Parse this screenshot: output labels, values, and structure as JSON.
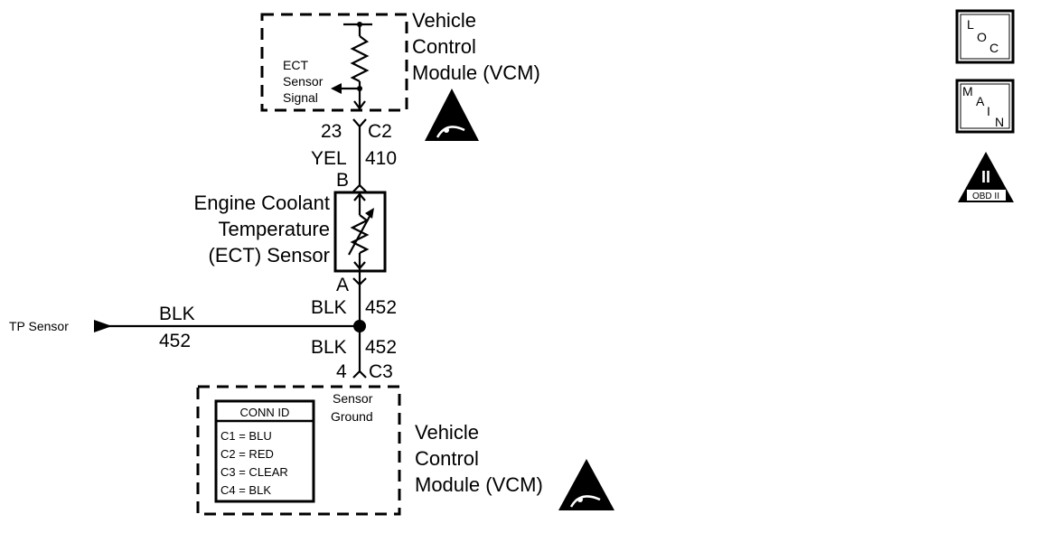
{
  "vcm_top": {
    "title_lines": [
      "Vehicle",
      "Control",
      "Module (VCM)"
    ],
    "signal_lines": [
      "ECT",
      "Sensor",
      "Signal"
    ],
    "pin": "23",
    "connector": "C2"
  },
  "wire_signal": {
    "color": "YEL",
    "circuit": "410"
  },
  "sensor": {
    "pin_top": "B",
    "pin_bottom": "A",
    "title_lines": [
      "Engine Coolant",
      "Temperature",
      "(ECT) Sensor"
    ]
  },
  "wire_ground_upper": {
    "color": "BLK",
    "circuit": "452"
  },
  "tp_sensor": {
    "label": "TP Sensor",
    "color": "BLK",
    "circuit": "452"
  },
  "wire_ground_lower": {
    "color": "BLK",
    "circuit": "452"
  },
  "vcm_bottom": {
    "pin": "4",
    "connector": "C3",
    "ground_lines": [
      "Sensor",
      "Ground"
    ],
    "title_lines": [
      "Vehicle",
      "Control",
      "Module (VCM)"
    ]
  },
  "conn_id": {
    "title": "CONN ID",
    "rows": [
      "C1 = BLU",
      "C2 = RED",
      "C3 = CLEAR",
      "C4 = BLK"
    ]
  },
  "side_icons": {
    "loc": [
      "L",
      "O",
      "C"
    ],
    "main": [
      "M",
      "A",
      "I",
      "N"
    ],
    "obd": {
      "numeral": "II",
      "label": "OBD II"
    }
  }
}
